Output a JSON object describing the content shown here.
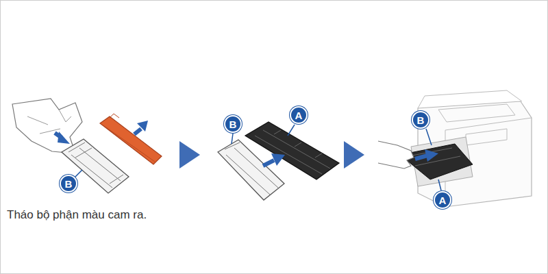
{
  "diagram": {
    "caption": "Tháo bộ phận màu cam ra.",
    "nodes": [
      {
        "text": [
          "B"
        ]
      },
      {
        "text": [
          "B"
        ]
      },
      {
        "text": [
          "A"
        ]
      },
      {
        "text": [
          "B"
        ]
      },
      {
        "text": [
          "A"
        ]
      }
    ]
  }
}
